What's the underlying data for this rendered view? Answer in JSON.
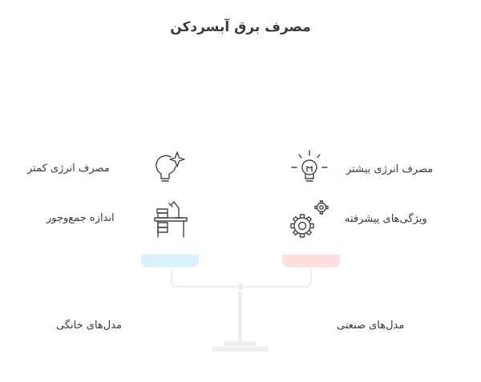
{
  "title": "مصرف برق آبسردکن",
  "left": {
    "group_label": "مدل‌های خانگی",
    "features": [
      {
        "text": "مصرف انرژی کمتر",
        "icon": "lightbulb-sparkle-icon"
      },
      {
        "text": "اندازه جمع‌وجور",
        "icon": "compact-desk-icon"
      }
    ],
    "pan_color": "#d9f1fa"
  },
  "right": {
    "group_label": "مدل‌های صنعتی",
    "features": [
      {
        "text": "مصرف انرژی بیشتر",
        "icon": "lightbulb-rays-icon"
      },
      {
        "text": "ویژگی‌های پیشرفته",
        "icon": "gears-icon"
      }
    ],
    "pan_color": "#fde0dd"
  },
  "scale_color": "#eeeeee"
}
